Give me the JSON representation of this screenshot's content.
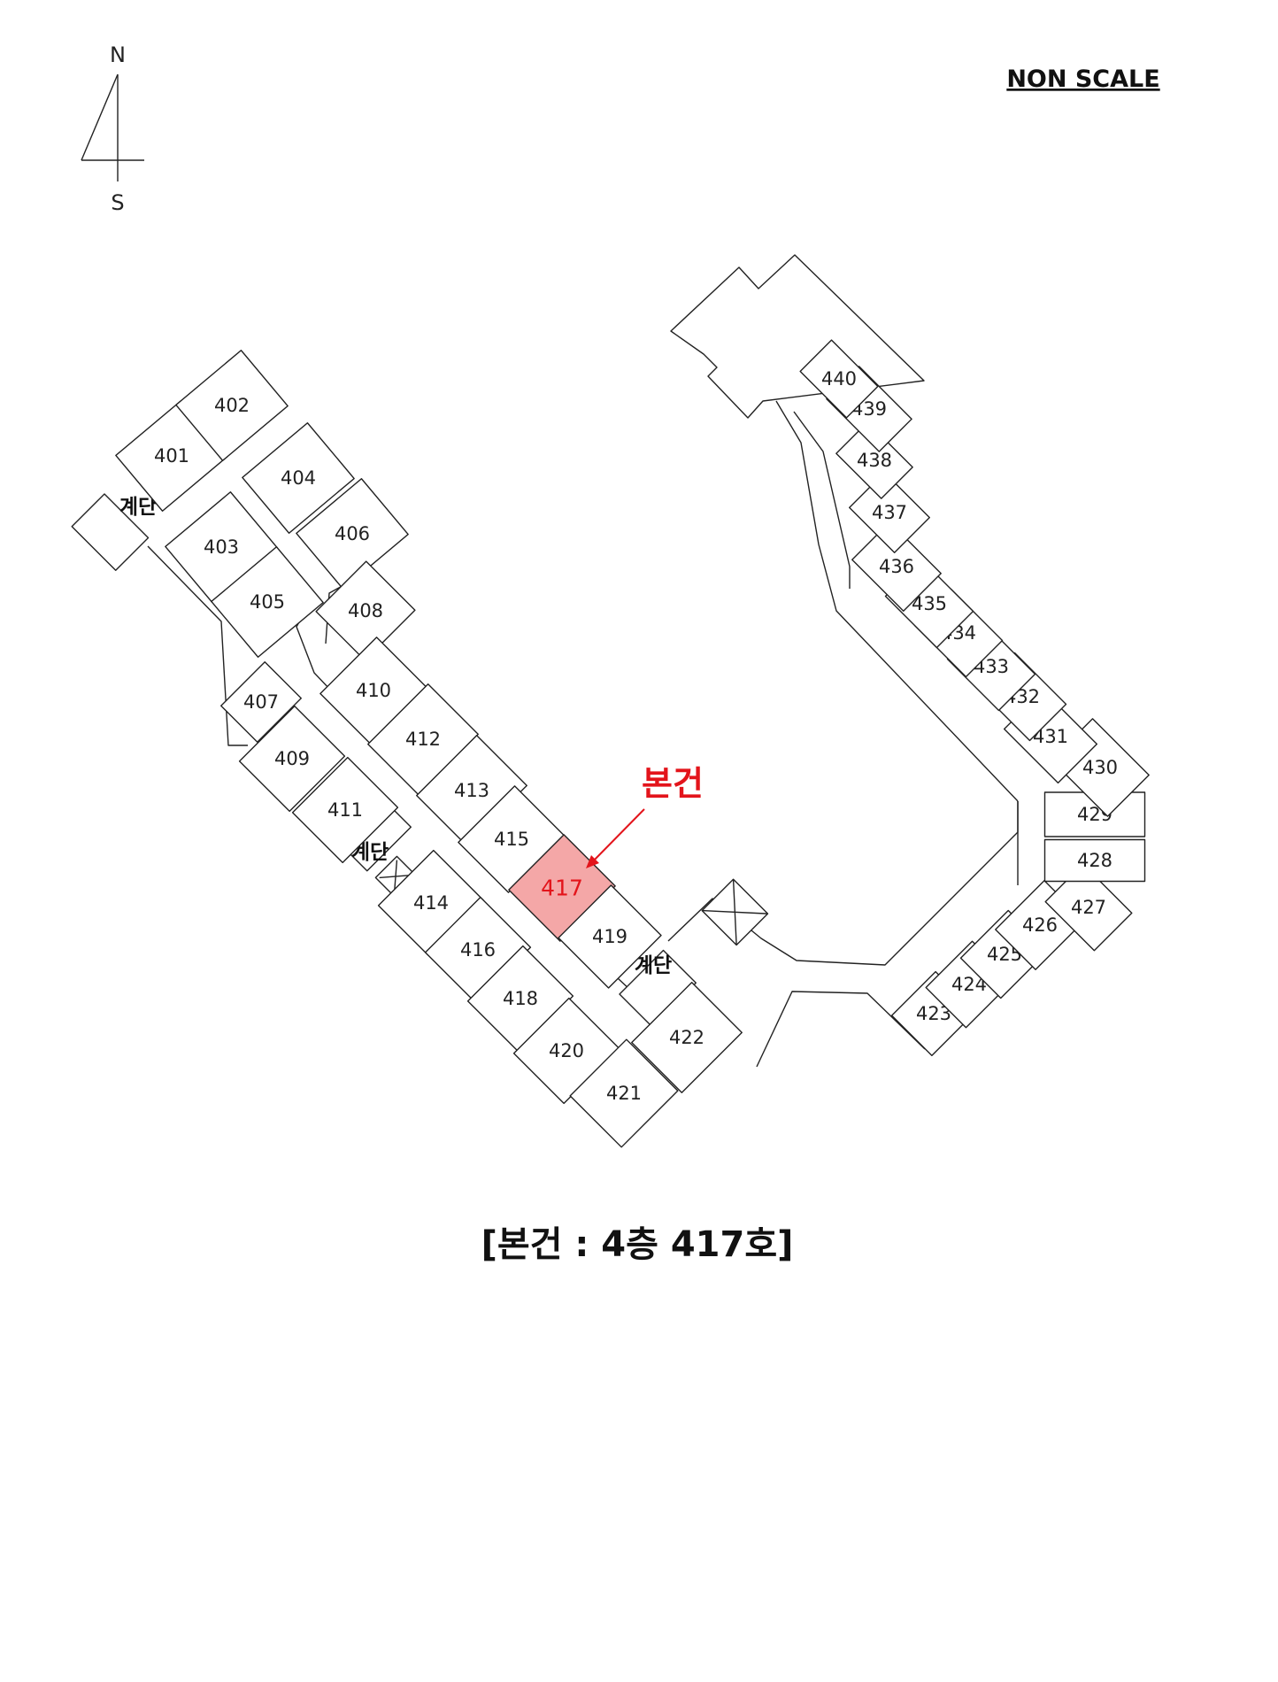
{
  "compass": {
    "north": "N",
    "south": "S"
  },
  "scale_note": "NON SCALE",
  "callout": "본건",
  "caption": "[본건 : 4층 417호]",
  "stair_label": "계단",
  "subject_unit": "417",
  "colors": {
    "subject_fill": "#f4a7a7",
    "subject_text": "#e3141b",
    "line": "#222222"
  },
  "units": [
    "401",
    "402",
    "403",
    "404",
    "405",
    "406",
    "407",
    "408",
    "409",
    "410",
    "411",
    "412",
    "413",
    "414",
    "415",
    "416",
    "417",
    "418",
    "419",
    "420",
    "421",
    "422",
    "423",
    "424",
    "425",
    "426",
    "427",
    "428",
    "429",
    "430",
    "431",
    "432",
    "433",
    "434",
    "435",
    "436",
    "437",
    "438",
    "439",
    "440"
  ]
}
